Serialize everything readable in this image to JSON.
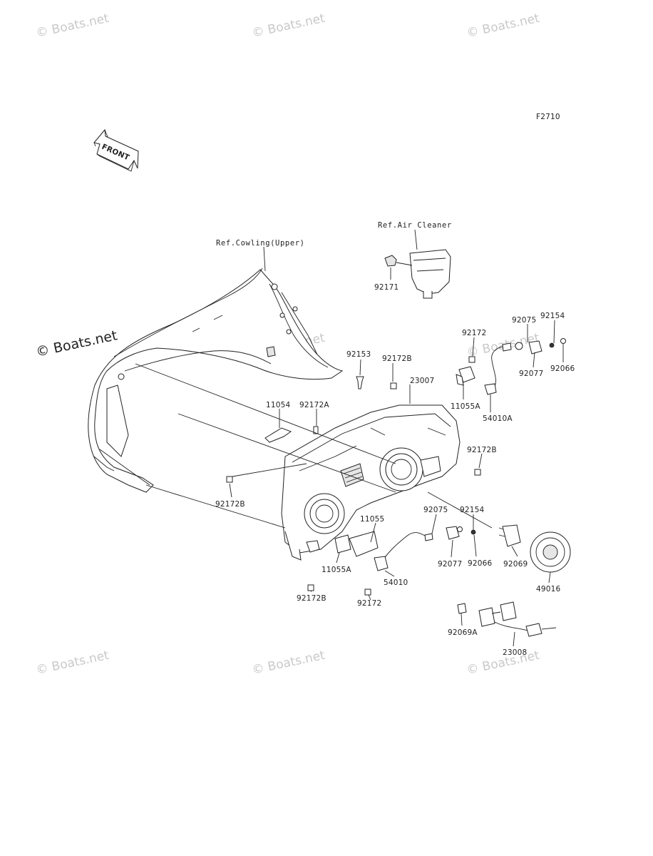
{
  "diagram_code": "F2710",
  "front_marker": "FRONT",
  "watermark_text": "© Boats.net",
  "references": {
    "cowling": "Ref.Cowling(Upper)",
    "air_cleaner": "Ref.Air Cleaner"
  },
  "parts": {
    "p92171": "92171",
    "p92153": "92153",
    "p92172B_top": "92172B",
    "p23007": "23007",
    "p92172_top": "92172",
    "p11055A_top": "11055A",
    "p92075_top": "92075",
    "p92154_top": "92154",
    "p92077_top": "92077",
    "p92066_top": "92066",
    "p54010A": "54010A",
    "p11054": "11054",
    "p92172A": "92172A",
    "p92172B_right": "92172B",
    "p92172B_left": "92172B",
    "p11055": "11055",
    "p92075_mid": "92075",
    "p92154_mid": "92154",
    "p92077_mid": "92077",
    "p92066_mid": "92066",
    "p92069": "92069",
    "p49016": "49016",
    "p11055A_bot": "11055A",
    "p54010": "54010",
    "p92172_bot": "92172",
    "p92172B_bot": "92172B",
    "p92069A": "92069A",
    "p23008": "23008"
  }
}
